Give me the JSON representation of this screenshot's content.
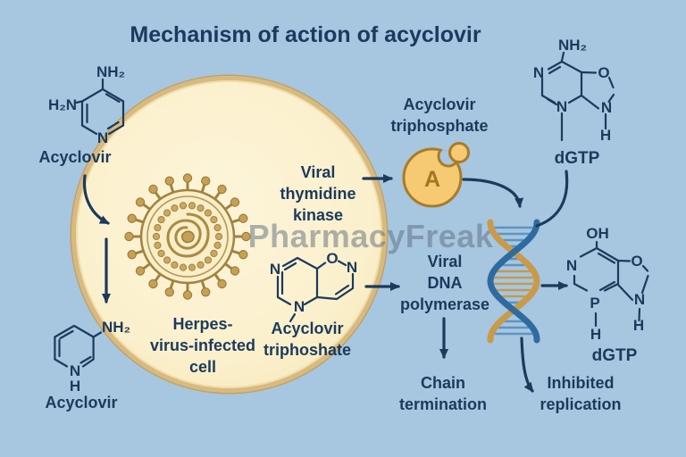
{
  "title": "Mechanism of action of acyclovir",
  "watermark": "PharmacyFreak",
  "cell": {
    "label": [
      "Herpes-",
      "virus-infected",
      "cell"
    ]
  },
  "molecules": {
    "acyclovir_top": {
      "name": "Acyclovir"
    },
    "acyclovir_bottom": {
      "name": "Acyclovir"
    },
    "acyclovir_triphoshate": {
      "name": [
        "Acyclovir",
        "triphoshate"
      ]
    },
    "dgtp_top": {
      "name": "dGTP"
    },
    "dgtp_bottom": {
      "name": "dGTP"
    }
  },
  "enzyme": {
    "letter": "A",
    "label": [
      "Acyclovir",
      "triphosphate"
    ]
  },
  "steps": {
    "viral_thymidine_kinase": [
      "Viral",
      "thymidine",
      "kinase"
    ],
    "viral_dna_polymerase": [
      "Viral",
      "DNA",
      "polymerase"
    ],
    "chain_termination": [
      "Chain",
      "termination"
    ],
    "inhibited_replication": [
      "Inhibited",
      "replication"
    ]
  },
  "atoms": {
    "nh2": "NH₂",
    "h2n": "H₂N",
    "n": "N",
    "h": "H",
    "o": "O",
    "oh": "OH",
    "p": "P"
  },
  "colors": {
    "background": "#a7c6e0",
    "cell_fill": "#fbf0cc",
    "cell_border": "#d9ba7e",
    "ink": "#1c3a5c",
    "virus": "#c6a155",
    "enzyme_fill": "#f6ca72",
    "enzyme_border": "#a87c28",
    "dna_blue": "#2f6b9f",
    "dna_gold": "#c89a4a",
    "watermark": "#5c6e7d"
  }
}
